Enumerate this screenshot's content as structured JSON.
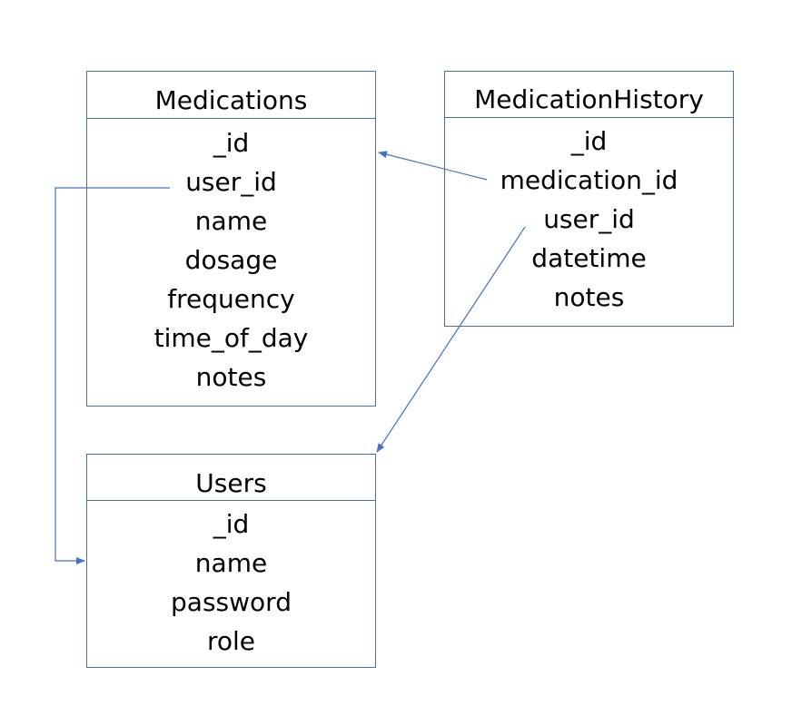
{
  "colors": {
    "border": "#4a6fa5",
    "connector": "#4472c4",
    "text": "#000000",
    "background": "#ffffff"
  },
  "tables": {
    "medications": {
      "title": "Medications",
      "fields": [
        "_id",
        "user_id",
        "name",
        "dosage",
        "frequency",
        "time_of_day",
        "notes"
      ]
    },
    "medication_history": {
      "title": "MedicationHistory",
      "fields": [
        "_id",
        "medication_id",
        "user_id",
        "datetime",
        "notes"
      ]
    },
    "users": {
      "title": "Users",
      "fields": [
        "_id",
        "name",
        "password",
        "role"
      ]
    }
  },
  "relations": [
    {
      "from": "medication_history.medication_id",
      "to": "medications"
    },
    {
      "from": "medication_history.user_id",
      "to": "users"
    },
    {
      "from": "medications.user_id",
      "to": "users"
    }
  ]
}
